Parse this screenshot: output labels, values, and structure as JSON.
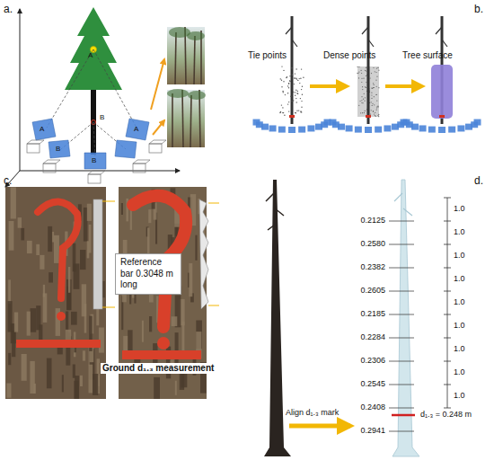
{
  "diagram": {
    "nodes": [
      {
        "text": [
          "Reference bar 0.3048 m long"
        ]
      }
    ],
    "labels": [
      "a.",
      "b.",
      "c.",
      "d.",
      "A",
      "B",
      "A",
      "B",
      "A",
      "B",
      "Tie points",
      "Dense points",
      "Tree surface",
      "Ground d₁.₃ measurement",
      "Align d₁.₃ mark",
      "0.2125",
      "0.2580",
      "0.2382",
      "0.2605",
      "0.2185",
      "0.2284",
      "0.2306",
      "0.2545",
      "0.2408",
      "0.2941",
      "1.0",
      "1.0",
      "1.0",
      "1.0",
      "1.0",
      "1.0",
      "1.0",
      "1.0",
      "1.0",
      "d₁.₃ = 0.248 m"
    ]
  }
}
